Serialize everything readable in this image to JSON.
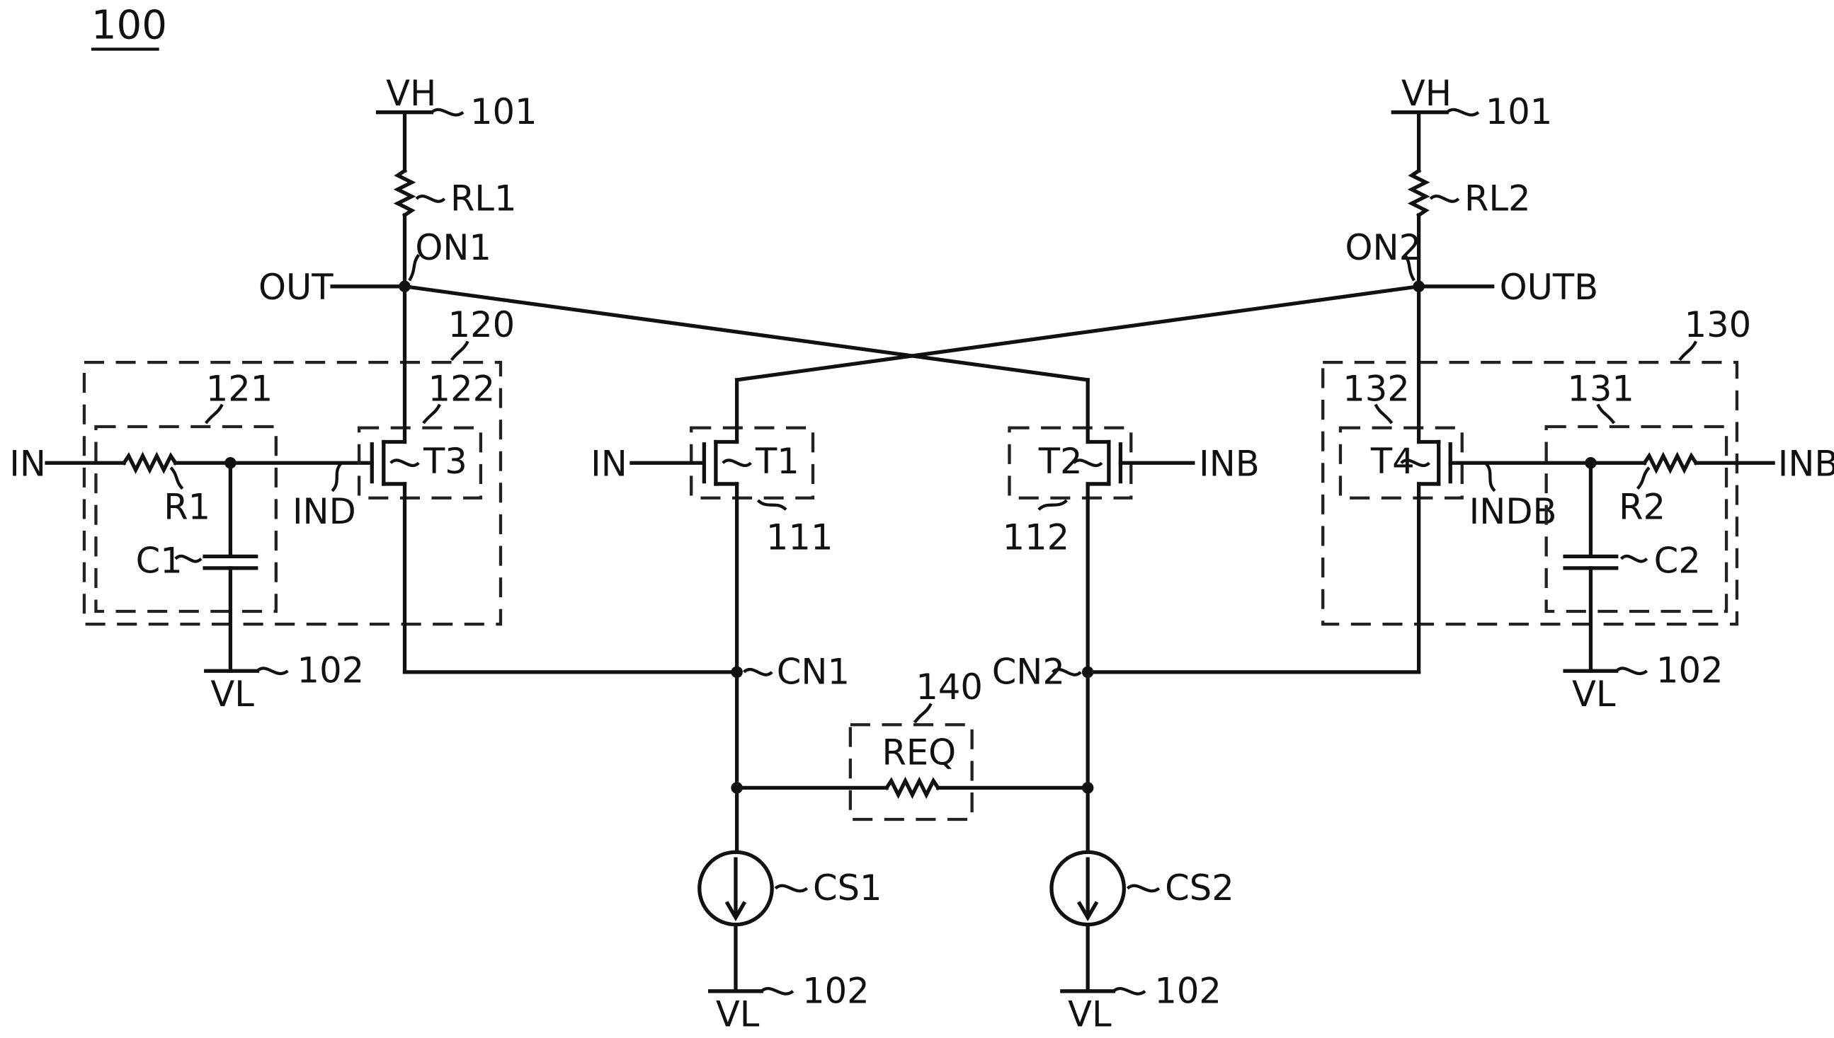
{
  "figure": {
    "number": "100"
  },
  "supplies": {
    "vh_label": "VH",
    "vh_ref": "101",
    "vl_label": "VL",
    "vl_ref": "102"
  },
  "loads": {
    "rl1": "RL1",
    "rl2": "RL2"
  },
  "nodes": {
    "on1": "ON1",
    "on2": "ON2",
    "out": "OUT",
    "outb": "OUTB",
    "cn1": "CN1",
    "cn2": "CN2",
    "ind": "IND",
    "indb": "INDB"
  },
  "inputs": {
    "in": "IN",
    "inb": "INB"
  },
  "transistors": {
    "t1": "T1",
    "t2": "T2",
    "t3": "T3",
    "t4": "T4"
  },
  "blocks": {
    "b111": "111",
    "b112": "112",
    "b120": "120",
    "b121": "121",
    "b122": "122",
    "b130": "130",
    "b131": "131",
    "b132": "132",
    "b140": "140"
  },
  "passives": {
    "r1": "R1",
    "r2": "R2",
    "c1": "C1",
    "c2": "C2",
    "req": "REQ"
  },
  "sources": {
    "cs1": "CS1",
    "cs2": "CS2"
  }
}
